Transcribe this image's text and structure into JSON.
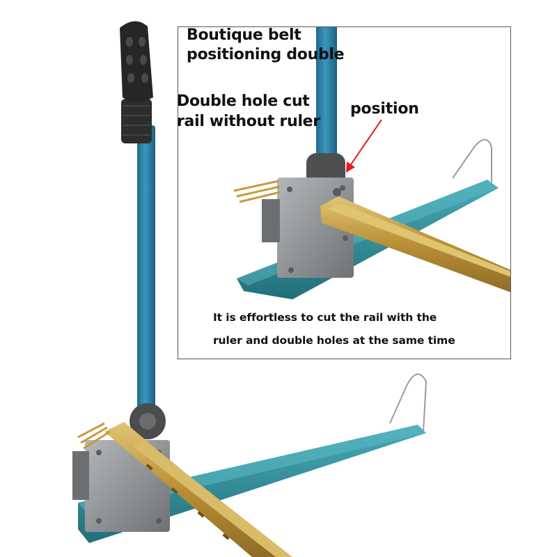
{
  "image": {
    "subject": "DIN rail cutter tool",
    "colors": {
      "background": "#ffffff",
      "base_teal": "#2f8f9c",
      "handle_blue": "#2a7fa5",
      "grip_black": "#2a2a2a",
      "cutter_steel": "#8e9194",
      "rail_brass": "#c9a24a",
      "arrow_red": "#e01f1f"
    }
  },
  "labels": {
    "title_line1": "Boutique belt",
    "title_line2": "positioning double",
    "subtitle_line1": "Double hole cut",
    "subtitle_line2": "rail without ruler",
    "position": "position",
    "caption_line1": "It is effortless to cut the rail with the",
    "caption_line2": "ruler and double holes at the same time"
  }
}
